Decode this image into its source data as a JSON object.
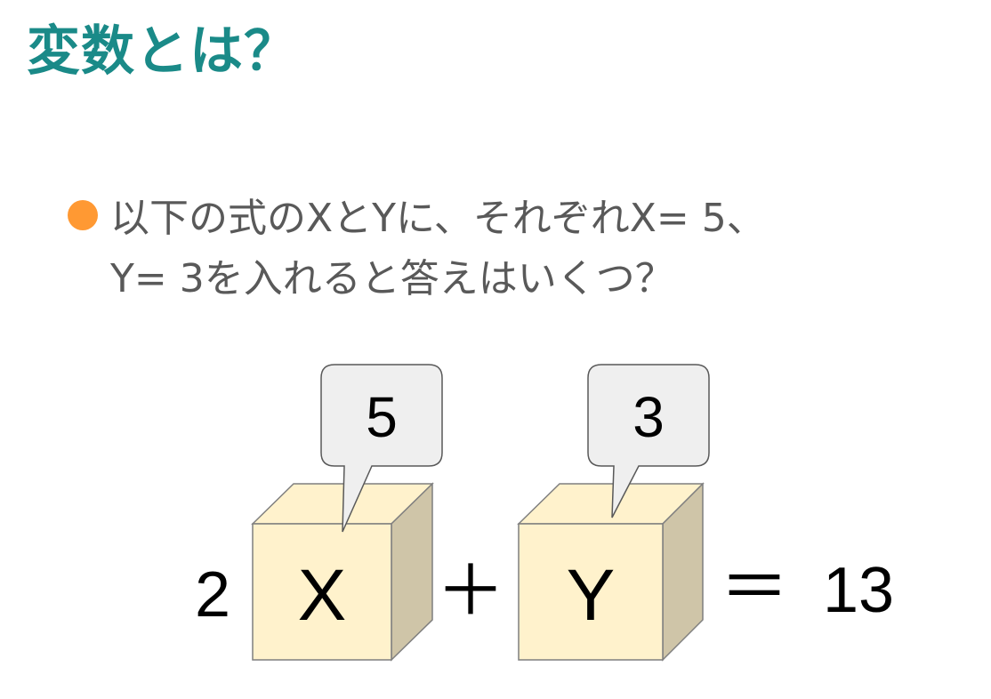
{
  "slide": {
    "title": "変数とは？",
    "bullet": "以下の式のXとYに、それぞれX= 5、\nY= 3を入れると答えはいくつ？",
    "colors": {
      "title": "#1a8a88",
      "bullet_dot": "#ff9933",
      "body_text": "#595959",
      "box_front": "#fff2cc",
      "box_side": "#cfc5a8",
      "callout_fill": "#efefef"
    }
  },
  "equation": {
    "coefficient": "2",
    "var_x": "X",
    "plus": "＋",
    "var_y": "Y",
    "equals": "＝",
    "result": "13",
    "value_x": "5",
    "value_y": "3"
  }
}
